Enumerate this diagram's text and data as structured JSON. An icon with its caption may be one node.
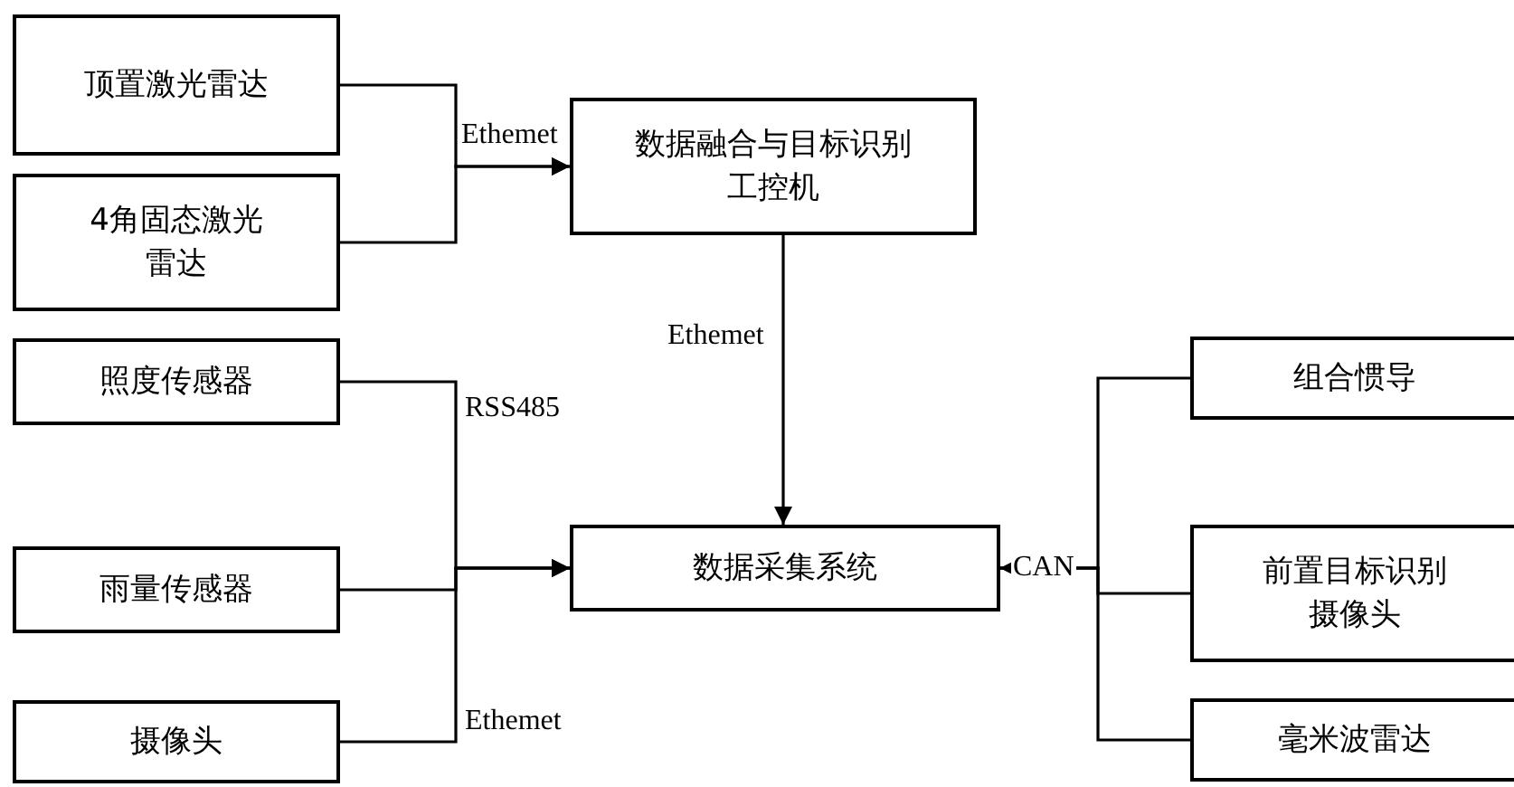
{
  "diagram": {
    "nodes": [
      {
        "text": [
          "顶置激光雷达"
        ]
      },
      {
        "text": [
          "4角固态激光雷达"
        ]
      },
      {
        "text": [
          "数据融合与目标识别工控机"
        ]
      },
      {
        "text": [
          "照度传感器"
        ]
      },
      {
        "text": [
          "雨量传感器"
        ]
      },
      {
        "text": [
          "摄像头"
        ]
      },
      {
        "text": [
          "数据采集系统"
        ]
      },
      {
        "text": [
          "组合惯导"
        ]
      },
      {
        "text": [
          "前置目标识别摄像头"
        ]
      },
      {
        "text": [
          "毫米波雷达"
        ]
      }
    ],
    "edges": [
      {
        "from": 0,
        "to": 2,
        "arrow": "to",
        "label": "Ethemet"
      },
      {
        "from": 1,
        "to": 2,
        "arrow": "to"
      },
      {
        "from": 2,
        "to": 6,
        "arrow": "to",
        "label": "Ethemet"
      },
      {
        "from": 3,
        "to": 6,
        "arrow": "to",
        "label": "RSS485"
      },
      {
        "from": 4,
        "to": 6,
        "arrow": "to"
      },
      {
        "from": 5,
        "to": 6,
        "arrow": "to",
        "label": "Ethemet"
      },
      {
        "from": 7,
        "to": 6,
        "arrow": "to"
      },
      {
        "from": 8,
        "to": 6,
        "arrow": "to",
        "label": "CAN"
      },
      {
        "from": 9,
        "to": 6,
        "arrow": "to"
      }
    ]
  }
}
